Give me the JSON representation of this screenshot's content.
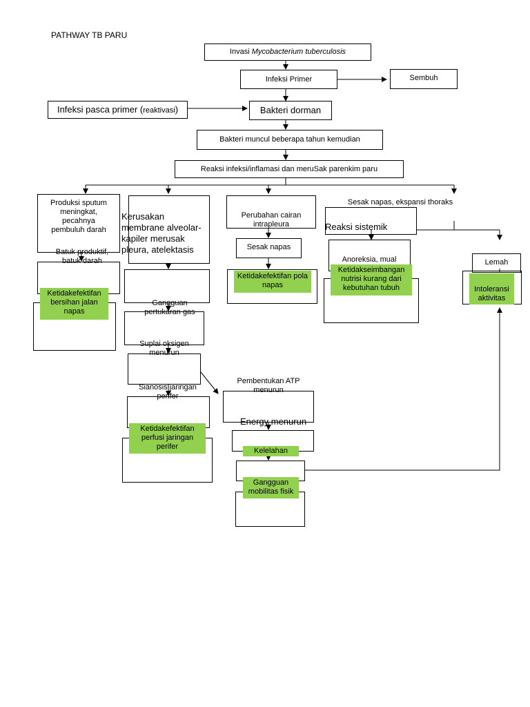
{
  "title": "PATHWAY TB PARU",
  "nodes": {
    "invasi_prefix": "Invasi ",
    "invasi_italic": "Mycobacterium tuberculosis",
    "infeksi_primer": "Infeksi Primer",
    "sembuh": "Sembuh",
    "pasca_primer_main": "Infeksi pasca primer (",
    "pasca_primer_small": "reaktivasi",
    "pasca_primer_end": ")",
    "bakteri_dorman": "Bakteri dorman",
    "bakteri_muncul": "Bakteri muncul beberapa tahun kemudian",
    "reaksi_infeksi": "Reaksi infeksi/inflamasi dan meruSak parenkim paru",
    "produksi_sputum": "Produksi sputum\nmeningkat,\npecahnya\npembuluh darah",
    "batuk_produktif": "Batuk produktif,\nbatuk darah",
    "kerusakan": "Kerusakan\nmembrane alveolar-\nkapiler merusak\npleura, atelektasis",
    "gangguan_pertukaran": "Gangguan\npertukaran gas",
    "suplai_oksigen": "Suplai oksigen\nmenurun",
    "sianosis": "Sianosis jaringan\nperifer",
    "perubahan_cairan": "Perubahan cairan\nintrapleura",
    "sesak_napas": "Sesak napas",
    "pembentukan_atp": "Pembentukan ATP\nmenurun",
    "energy_menurun": "Energy menurun",
    "sesak_ekspansi": "Sesak napas, ekspansi thoraks",
    "reaksi_sistemik": "Reaksi sistemik",
    "anoreksia": "Anoreksia, mual",
    "lemah": "Lemah"
  },
  "diagnoses": {
    "bersihan_jalan_napas": "Ketidakefektifan\nbersihan jalan\nnapas",
    "pola_napas": "Ketidakefektifan pola\nnapas",
    "nutrisi": "Ketidakseimbangan\nnutrisi kurang dari\nkebutuhan tubuh",
    "intoleransi": "Intoleransi\naktivitas",
    "perfusi": "Ketidakefektifan\nperfusi jaringan\nperifer",
    "kelelahan": "Kelelahan",
    "mobilitas": "Gangguan\nmobilitas fisik"
  },
  "colors": {
    "diagnosis_fill": "#92d050",
    "line": "#000000"
  }
}
